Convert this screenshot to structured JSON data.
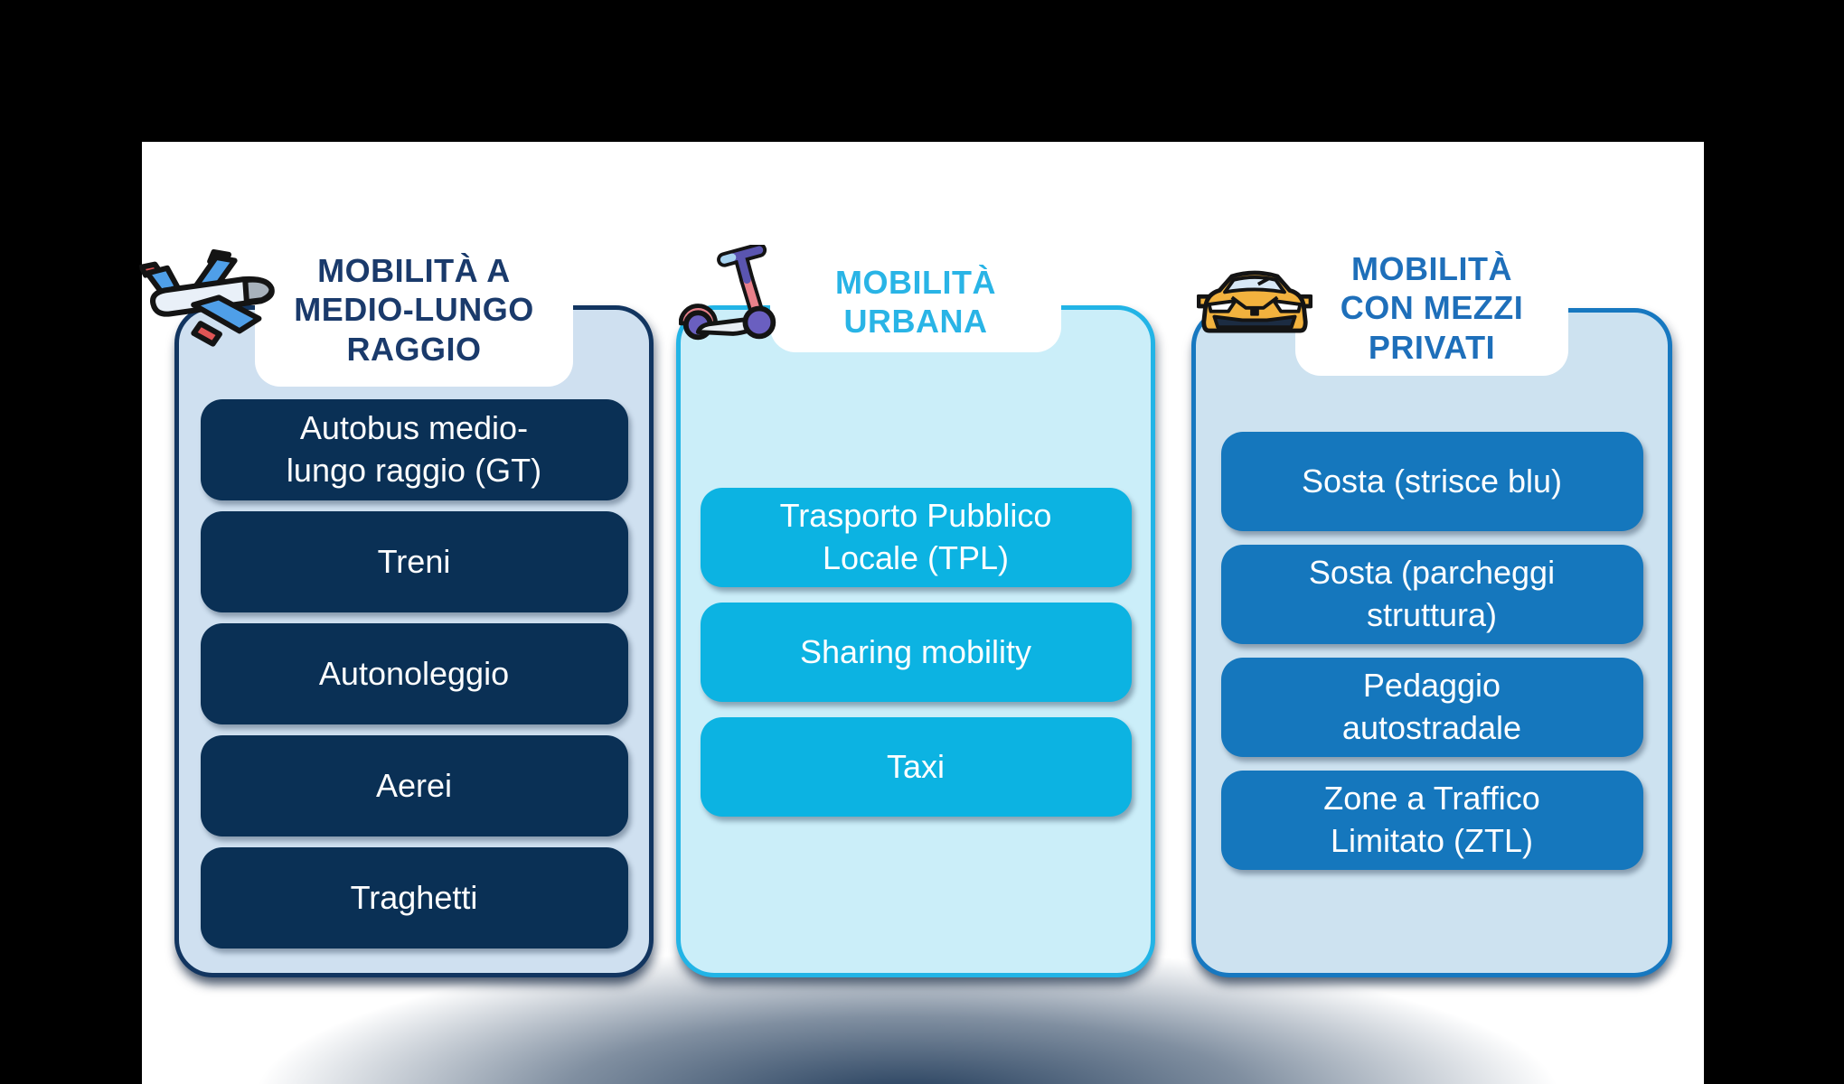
{
  "page": {
    "background_color": "#000000",
    "canvas_color": "#ffffff",
    "floor_shadow_color": "#183353"
  },
  "columns": [
    {
      "id": "mobilita-medio-lungo-raggio",
      "icon": "airplane-icon",
      "title": "MOBILITÀ A\nMEDIO-LUNGO\nRAGGIO",
      "title_color": "#1a3a6b",
      "border_color": "#123560",
      "background_color": "#cfe0f0",
      "item_color": "#0a3055",
      "item_text_color": "#ffffff",
      "items": [
        {
          "label": "Autobus medio-\nlungo raggio (GT)"
        },
        {
          "label": "Treni"
        },
        {
          "label": "Autonoleggio"
        },
        {
          "label": "Aerei"
        },
        {
          "label": "Traghetti"
        }
      ]
    },
    {
      "id": "mobilita-urbana",
      "icon": "scooter-icon",
      "title": "MOBILITÀ\nURBANA",
      "title_color": "#29b4e6",
      "border_color": "#22b4e6",
      "background_color": "#cbeef9",
      "item_color": "#0cb3e2",
      "item_text_color": "#ffffff",
      "items": [
        {
          "label": "Trasporto Pubblico\nLocale (TPL)"
        },
        {
          "label": "Sharing mobility"
        },
        {
          "label": "Taxi"
        }
      ]
    },
    {
      "id": "mobilita-mezzi-privati",
      "icon": "car-icon",
      "title": "MOBILITÀ\nCON MEZZI\nPRIVATI",
      "title_color": "#1e6fba",
      "border_color": "#1778c0",
      "background_color": "#cde2f0",
      "item_color": "#1577bd",
      "item_text_color": "#ffffff",
      "items": [
        {
          "label": "Sosta (strisce blu)"
        },
        {
          "label": "Sosta (parcheggi\nstruttura)"
        },
        {
          "label": "Pedaggio\nautostradale"
        },
        {
          "label": "Zone a Traffico\nLimitato (ZTL)"
        }
      ]
    }
  ]
}
